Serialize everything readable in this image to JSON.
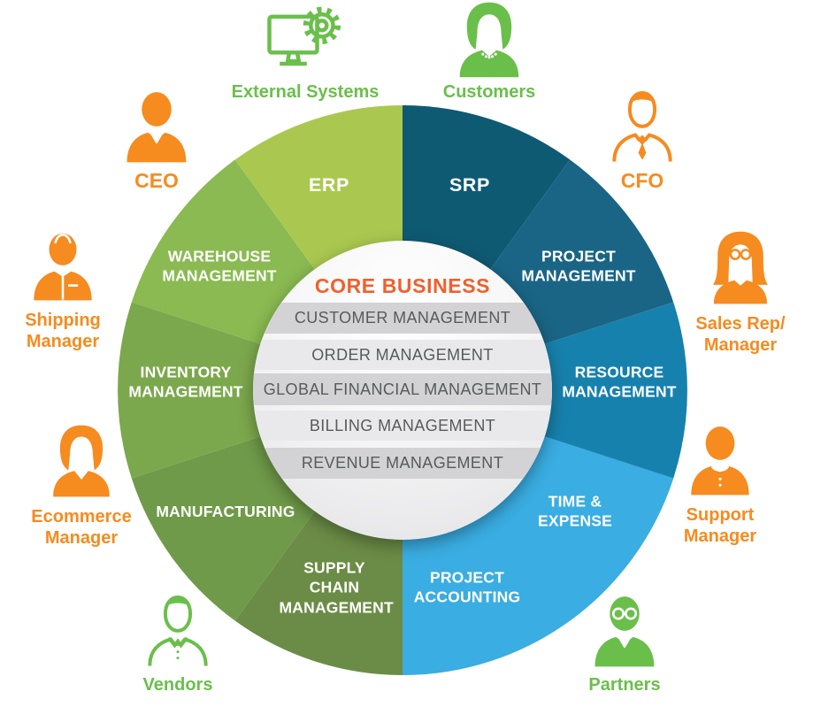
{
  "palette": {
    "orange": "#f68b1f",
    "green": "#6abf4b",
    "core_title_color": "#f1602b",
    "core_row_text": "#595a5c",
    "core_band_dark": "#d3d3d5",
    "core_band_light": "#e9e9eb"
  },
  "core": {
    "title": "CORE BUSINESS",
    "rows": [
      "CUSTOMER MANAGEMENT",
      "ORDER MANAGEMENT",
      "GLOBAL FINANCIAL MANAGEMENT",
      "BILLING MANAGEMENT",
      "REVENUE MANAGEMENT"
    ]
  },
  "wedges": [
    {
      "label": "SRP",
      "color": "#0f5a73"
    },
    {
      "label": "PROJECT MANAGEMENT",
      "color": "#1a6585"
    },
    {
      "label": "RESOURCE MANAGEMENT",
      "color": "#1781ad"
    },
    {
      "label": "TIME & EXPENSE",
      "color": "#1897d3"
    },
    {
      "label": "PROJECT ACCOUNTING",
      "color": "#3aade2"
    },
    {
      "label": "SUPPLY CHAIN MANAGEMENT",
      "color": "#6b8c46"
    },
    {
      "label": "MANUFACTURING",
      "color": "#6f9a49"
    },
    {
      "label": "INVENTORY MANAGEMENT",
      "color": "#7ca84d"
    },
    {
      "label": "WAREHOUSE MANAGEMENT",
      "color": "#8aba51"
    },
    {
      "label": "ERP",
      "color": "#aac84f"
    }
  ],
  "personas": {
    "external_systems": {
      "label": "External Systems"
    },
    "customers": {
      "label": "Customers"
    },
    "ceo": {
      "label": "CEO"
    },
    "cfo": {
      "label": "CFO"
    },
    "shipping_manager": {
      "label": "Shipping Manager"
    },
    "sales_rep": {
      "label": "Sales Rep/ Manager"
    },
    "ecommerce_manager": {
      "label": "Ecommerce Manager"
    },
    "support_manager": {
      "label": "Support Manager"
    },
    "vendors": {
      "label": "Vendors"
    },
    "partners": {
      "label": "Partners"
    }
  }
}
